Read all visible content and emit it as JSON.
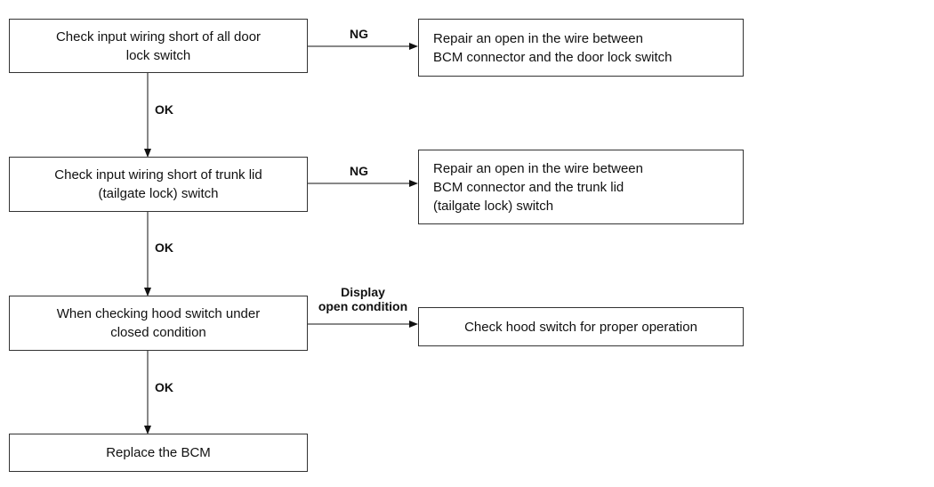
{
  "steps": [
    {
      "lines": [
        "Check input wiring short of all door",
        "lock switch"
      ]
    },
    {
      "lines": [
        "Check input wiring short of trunk lid",
        "(tailgate lock) switch"
      ]
    },
    {
      "lines": [
        "When checking hood switch under",
        "closed condition"
      ]
    },
    {
      "lines": [
        "Replace the BCM"
      ]
    }
  ],
  "actions": [
    {
      "lines": [
        "Repair an open in the wire between",
        "BCM connector and the door lock switch"
      ]
    },
    {
      "lines": [
        "Repair an open in the wire between",
        "BCM connector and the trunk lid",
        "(tailgate lock) switch"
      ]
    },
    {
      "lines": [
        "Check hood switch for proper operation"
      ]
    }
  ],
  "down_labels": [
    "OK",
    "OK",
    "OK"
  ],
  "side_labels": [
    {
      "lines": [
        "NG"
      ]
    },
    {
      "lines": [
        "NG"
      ]
    },
    {
      "lines": [
        "Display",
        "open condition"
      ]
    }
  ]
}
